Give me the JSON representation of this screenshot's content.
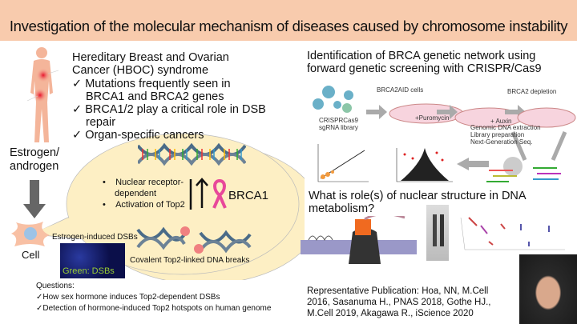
{
  "title": "Investigation of the molecular mechanism of diseases caused by chromosome instability",
  "hboc": {
    "heading": [
      "Hereditary Breast and Ovarian",
      "Cancer (HBOC) syndrome"
    ],
    "points": [
      [
        "Mutations frequently seen in",
        "BRCA1 and BRCA2 genes"
      ],
      [
        "BRCA1/2 play a critical role in DSB",
        "repair"
      ],
      [
        "Organ-specific cancers"
      ]
    ]
  },
  "mechanism": {
    "bullets": [
      "Nuclear receptor-",
      "dependent",
      "Activation of Top2"
    ],
    "brca1": "BRCA1",
    "estrogen": [
      "Estrogen/",
      "androgen"
    ],
    "cell": "Cell",
    "dsb_caption": "Estrogen-induced DSBs",
    "dsb_image_label": "Green: DSBs",
    "breaks_caption": "Covalent Top2-linked DNA breaks"
  },
  "questions": {
    "heading": "Questions:",
    "items": [
      "How sex hormone induces Top2-dependent DSBs",
      "Detection of hormone-induced Top2 hotspots on human genome"
    ]
  },
  "crispr": {
    "heading": [
      "Identification of BRCA genetic network using",
      "forward genetic screening with CRISPR/Cas9"
    ],
    "library": [
      "CRISPRCas9",
      "sgRNA library"
    ],
    "cells": "BRCA2AID cells",
    "puromycin": "+Puromycin",
    "depletion": "BRCA2 depletion",
    "auxin": "+ Auxin",
    "steps": [
      "Genomic DNA extraction",
      "Library preparation",
      "Next-Generation Seq."
    ]
  },
  "nuclear": {
    "heading": [
      "What is role(s) of nuclear structure in DNA",
      "metabolism?"
    ]
  },
  "publication": [
    "Representative Publication: Hoa, NN, M.Cell",
    "2016, Sasanuma H., PNAS 2018, Gothe HJ.,",
    "M.Cell 2019, Akagawa R., iScience 2020"
  ],
  "colors": {
    "header": "#f8cbad",
    "bubble": "#fdefc4",
    "ribbon": "#e8489a"
  }
}
